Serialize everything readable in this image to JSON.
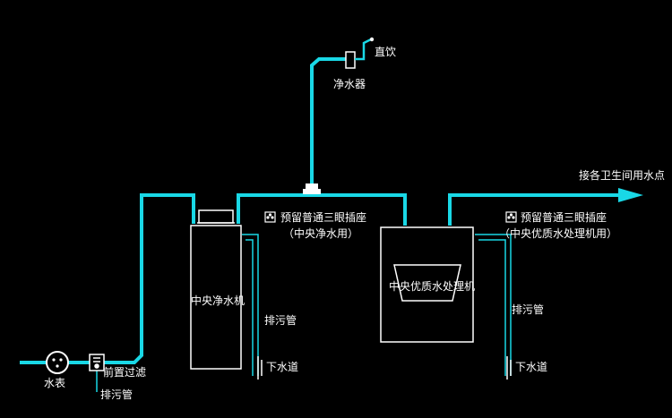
{
  "colors": {
    "background": "#000000",
    "pipe": "#19d8e6",
    "equipment": "#ffffff",
    "label": "#ffffff"
  },
  "labels": {
    "faucet": "直饮",
    "water_dispenser": "净水器",
    "to_bathroom_kitchen": "接各卫生间用水点",
    "socket_central_purifier_line1": "预留普通三眼插座",
    "socket_central_purifier_line2": "（中央净水用）",
    "socket_quality_unit_line1": "预留普通三眼插座",
    "socket_quality_unit_line2": "（中央优质水处理机用）",
    "central_purifier": "中央净水机",
    "quality_water_unit": "中央优质水处理机",
    "drain_pipe_center": "排污管",
    "drain_pipe_right": "排污管",
    "sewer_center": "下水道",
    "sewer_right": "下水道",
    "water_meter": "水表",
    "pre_filter": "前置过滤",
    "drain_pipe_left": "排污管"
  },
  "icons": {
    "water_meter": "water-meter-icon",
    "pre_filter": "pre-filter-icon",
    "tee_junction": "tee-junction-icon",
    "faucet": "faucet-icon",
    "socket": "socket-icon",
    "flow_arrow": "arrow-right-icon"
  }
}
